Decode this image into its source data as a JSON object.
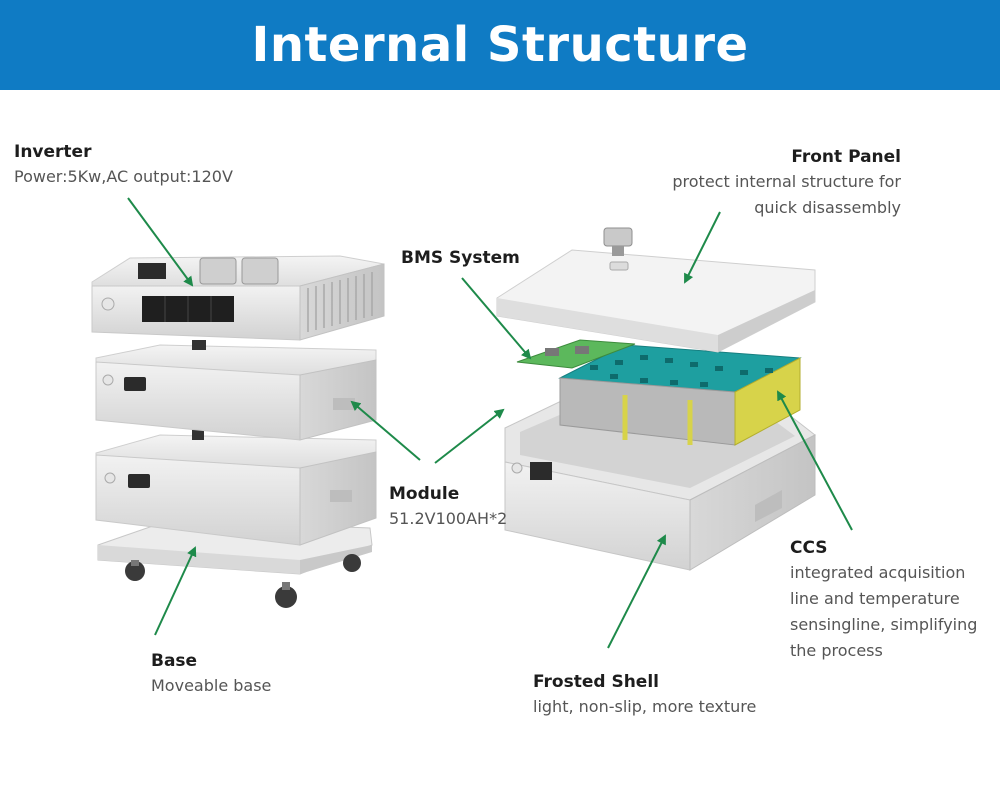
{
  "header": {
    "title": "Internal Structure"
  },
  "colors": {
    "banner": "#0f7bc4",
    "arrow": "#1e8a4a"
  },
  "labels": {
    "inverter": {
      "title": "Inverter",
      "desc": "Power:5Kw,AC output:120V"
    },
    "front_panel": {
      "title": "Front Panel",
      "desc_line1": "protect internal structure for",
      "desc_line2": "quick disassembly"
    },
    "bms": {
      "title": "BMS System"
    },
    "module": {
      "title": "Module",
      "desc": "51.2V100AH*2"
    },
    "ccs": {
      "title": "CCS",
      "desc_line1": "integrated acquisition",
      "desc_line2": "line and temperature",
      "desc_line3": "sensingline, simplifying",
      "desc_line4": "the process"
    },
    "base": {
      "title": "Base",
      "desc": "Moveable base"
    },
    "frosted_shell": {
      "title": "Frosted Shell",
      "desc": "light, non-slip, more texture"
    }
  }
}
